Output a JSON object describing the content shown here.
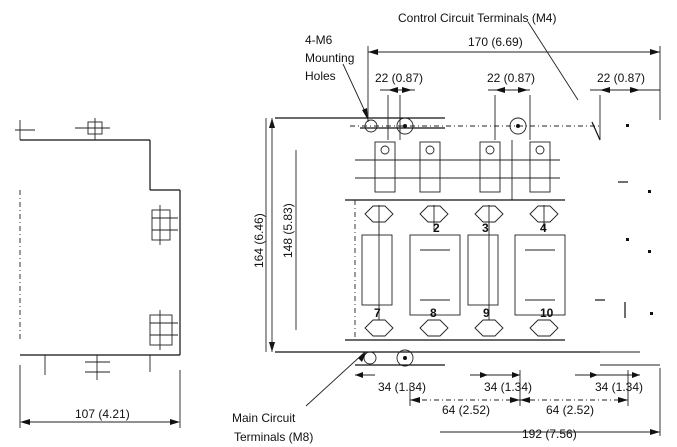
{
  "labels": {
    "control_terminals": "Control Circuit Terminals (M4)",
    "mount_line1": "4-M6",
    "mount_line2": "Mounting",
    "mount_line3": "Holes",
    "main_line1": "Main Circuit",
    "main_line2": "Terminals (M8)"
  },
  "dims": {
    "top_overall": "170 (6.69)",
    "top_a": "22 (0.87)",
    "top_b": "22 (0.87)",
    "top_c": "22 (0.87)",
    "height_outer": "164 (6.46)",
    "height_inner": "148 (5.83)",
    "side_width": "107 (4.21)",
    "bot_a": "34 (1.34)",
    "bot_b": "34 (1.34)",
    "bot_c": "34 (1.34)",
    "bot_d": "64 (2.52)",
    "bot_e": "64 (2.52)",
    "bot_overall": "192 (7.56)"
  },
  "terminals": {
    "t2": "2",
    "t3": "3",
    "t4": "4",
    "t7": "7",
    "t8": "8",
    "t9": "9",
    "t10": "10"
  }
}
